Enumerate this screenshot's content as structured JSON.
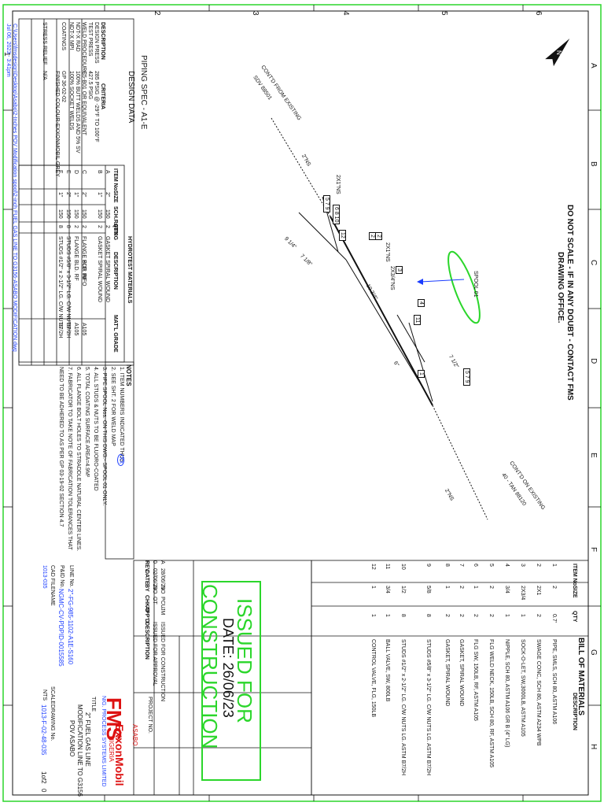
{
  "border_grid": {
    "rows": [
      "1",
      "2",
      "3",
      "4",
      "5",
      "6"
    ],
    "cols": [
      "A",
      "B",
      "C",
      "D",
      "E",
      "F",
      "G",
      "H"
    ]
  },
  "header_note": [
    "DO NOT SCALE - IF IN ANY DOUBT - CONTACT FMS",
    "DRAWING OFFICE."
  ],
  "north_label": "N",
  "piping_spec": {
    "title": "PIPING SPEC - A1-E",
    "design_data_title": "DESIGN DATA",
    "col_description": "DESCRIPTION",
    "col_criteria": "CRITERIA",
    "rows": [
      {
        "description": "DESIGN PRESS",
        "criteria": "285 PSIG @ -29°F TO 100°F"
      },
      {
        "description": "TEST PRESS",
        "criteria": "427.5 PSIG"
      },
      {
        "description": "WELD PROCEDURE",
        "criteria": "C5-B01 OR EQUIVALENT"
      },
      {
        "description": "NDT-X RAD",
        "criteria": "100% BUTT WELDS AND 5% SV"
      },
      {
        "description": "NDT-X MPI",
        "criteria": "100% SOCKET WELDS"
      },
      {
        "description": "COATINGS",
        "criteria": "GP 36-02-02"
      },
      {
        "description": "",
        "criteria": "FINISHED COLOUR-EXXONMOBIL GREY"
      },
      {
        "description": "STRESS RELIEF",
        "criteria": "N/A"
      }
    ]
  },
  "hydrotest": {
    "title": "HYDROTEST MATERIALS",
    "headers": [
      "ITEM No.",
      "SIZE",
      "SCH.RATING",
      "QTY",
      "DESCRIPTION",
      "MAT'L GRADE"
    ],
    "rows": [
      {
        "item": "A",
        "size": "2\"",
        "rating": "150",
        "qty": "2",
        "description": "GASKET SPIRAL WOUND",
        "grade": ""
      },
      {
        "item": "B",
        "size": "1\"",
        "rating": "150",
        "qty": "2",
        "description": "GASKET SPIRAL WOUND",
        "grade": ""
      },
      {
        "item": "C",
        "size": "2\"",
        "rating": "150",
        "qty": "2",
        "description": "FLANGE BLD. RF",
        "grade": "A105"
      },
      {
        "item": "D",
        "size": "1\"",
        "rating": "150",
        "qty": "2",
        "description": "FLANGE BLD. RF",
        "grade": "A105"
      },
      {
        "item": "E",
        "size": "2\"",
        "rating": "150",
        "qty": "8",
        "description": "STUDS #5/8\" x 3-1/2\" LG. C/W NUTS",
        "grade": "B7/2H"
      },
      {
        "item": "F",
        "size": "1\"",
        "rating": "150",
        "qty": "8",
        "description": "STUDS #1/2\" x 2-1/2\" LG. C/W NUTS",
        "grade": "B7/2H"
      }
    ],
    "for_info": "FOR INFO"
  },
  "notes": {
    "title": "NOTES",
    "items": [
      "1. ITEM NUMBERS INDICATED THUS",
      "2. SEE SHT. 2 FOR WELD MAP",
      "3. PIPE SPOOL Nos. ON THIS DWG:- SPOOL 01 ONLY.",
      "4. ALL STUDS & NUTS TO BE FLUORO-COATED",
      "5. TOTAL COATING SURFACE AREA=4.9M²",
      "6. ALL FLANGE BOLT HOLES TO STRADDLE NATURAL CENTER LINES.",
      "7. FABRICATOR TO TAKE NOTE OF FABRICATION TOLERANCES THAT",
      "   NEED TO BE ADHERED TO AS PER GP 03-19-02 SECTION 4.7"
    ],
    "symbol": "XX"
  },
  "file_path": "C:\\Users\\fmsdesign\\Desktop\\Asabo\\2-Inches POV Modification spool\\2-inch FUEL GAS LINE TO G3156-ASABO MODIFICATION.dwg",
  "file_date": "Jul 06, 2023 - 3:41pm",
  "bom": {
    "title": "BILL OF MATERIALS",
    "headers": [
      "ITEM No.",
      "SIZE",
      "QTY",
      "DESCRIPTION"
    ],
    "rows": [
      {
        "item": "1",
        "size": "2",
        "qty": "0.7'",
        "description": "PIPE, SMLS, SCH 80, ASTM A106"
      },
      {
        "item": "2",
        "size": "2X1",
        "qty": "2",
        "description": "SWAGE CONC, SCH 80, ASTM A234 WPB"
      },
      {
        "item": "3",
        "size": "2X3/4",
        "qty": "1",
        "description": "SOCK-O-LET, SW,3000LB, ASTM A105"
      },
      {
        "item": "4",
        "size": "3/4",
        "qty": "1",
        "description": "NIPPLE, SCH 80, ASTM A106 GR B (4\" LG)"
      },
      {
        "item": "5",
        "size": "2",
        "qty": "2",
        "description": "FLG WELD NECK, 150LB, SCH 80, RF, ASTM A105"
      },
      {
        "item": "6",
        "size": "1",
        "qty": "2",
        "description": "FLG SW, 150LB, RF, ASTM A105"
      },
      {
        "item": "7",
        "size": "2",
        "qty": "2",
        "description": "GASKET, SPIRAL WOUND"
      },
      {
        "item": "8",
        "size": "1",
        "qty": "2",
        "description": "GASKET, SPIRAL WOUND"
      },
      {
        "item": "9",
        "size": "5/8",
        "qty": "8",
        "description": "STUDS #5/8\" x 3-1/2\" LG. C/W NUTS LG. ASTM B7/2H"
      },
      {
        "item": "10",
        "size": "1/2",
        "qty": "8",
        "description": "STUDS #1/2\" x 2-1/2\" LG. C/W NUTS LG. ASTM B7/2H"
      },
      {
        "item": "11",
        "size": "3/4",
        "qty": "1",
        "description": "BALL VALVE, SW, 800LB"
      },
      {
        "item": "12",
        "size": "1",
        "qty": "1",
        "description": "CONTROL VALVE, FLG, 150LB"
      }
    ]
  },
  "stamp": {
    "line1": "ISSUED FOR",
    "line2": "DATE: 26/06/23",
    "line3": "CONSTRUCTION"
  },
  "revisions": {
    "headers": [
      "REV",
      "DATE",
      "BY",
      "CHK'D",
      "APP'D",
      "DESCRIPTION"
    ],
    "rows": [
      {
        "rev": "A",
        "date": "28/06/23",
        "by": "NO",
        "chk": "PCU",
        "app": "JM",
        "description": "ISSUED FOR CONSTRUCTION"
      },
      {
        "rev": "0",
        "date": "02/06/23",
        "by": "NO",
        "chk": "OT",
        "app": "",
        "description": "ISSUED FOR APPROVAL"
      }
    ]
  },
  "title_block": {
    "company": "FMS",
    "company_full": "NIG. PROCESS SYSTEMS LIMITED",
    "client": "ExxonMobil",
    "client_sub": "NIGERIA",
    "site": "ASABO",
    "project_label": "PROJECT NO.",
    "title_label": "TITLE",
    "title_lines": [
      "2\" FUEL GAS LINE",
      "MODIFICATION LINE TO G3156",
      "POV ASABO"
    ],
    "line_no_label": "LINE No.",
    "line_no": "2\"-FG-985-1102-A1E-S160",
    "pid_label": "P&ID No.",
    "pid_no": "NGMC-CV-PDPID-0015585",
    "cad_label": "CAD FILENAME",
    "cad_file": "1013-035",
    "scale_label": "SCALE",
    "scale": "NTS",
    "drawing_label": "DRAWING No.",
    "drawing_no": "1013-F-02-48-035",
    "sheet": "1of2",
    "rev": "0"
  },
  "drawing_labels": {
    "from_existing": "CONT'D FROM EXISTING",
    "from_tag": "SDV 88501",
    "to_existing": "CONT'D ON EXISTING",
    "to_tag": "40 - TAN 88120",
    "spool": "SPOOL 01",
    "ns2": "2\"NS",
    "ns1": "2X1\"NS",
    "ns34": "2X3/4\"NS",
    "dim1": "9 1/4\"",
    "dim2": "7 1/8\"",
    "dim3": "10 3/4\"",
    "dim4": "6\"",
    "dim5": "7 1/2\"",
    "callouts": [
      "5 7 9",
      "6 8 10",
      "12",
      "2",
      "3",
      "4",
      "11",
      "1",
      "5 7 9",
      "2"
    ]
  }
}
